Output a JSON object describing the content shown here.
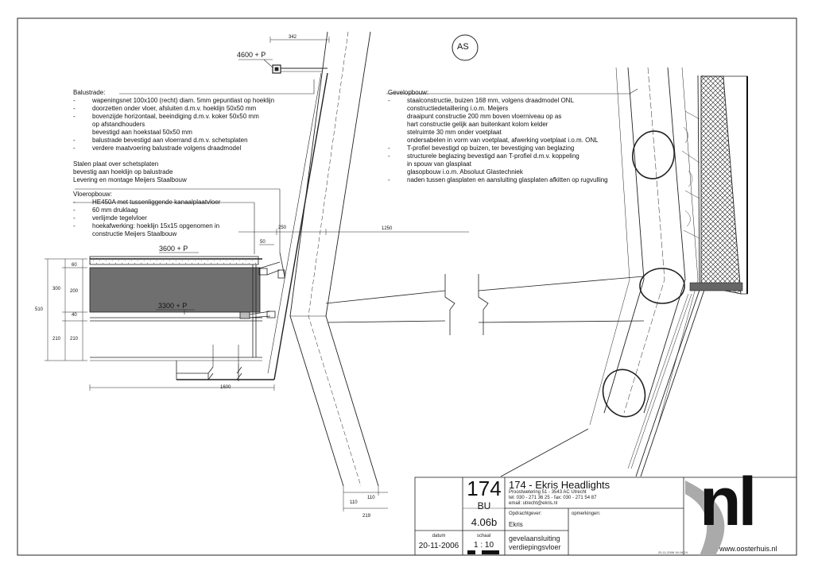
{
  "section_marker": "AS",
  "levels": {
    "top": "4600 + P",
    "floor": "3600 + P",
    "lower": "3300 + P"
  },
  "dimensions": {
    "top_width": "342",
    "d250": "250",
    "d50": "50",
    "d1250": "1250",
    "d1600": "1600",
    "d60": "60",
    "d300": "300",
    "d200": "200",
    "d40": "40",
    "d510": "510",
    "d210a": "210",
    "d210b": "210",
    "d110a": "110",
    "d110b": "110",
    "d219": "219"
  },
  "notes": {
    "balustrade": {
      "title": "Balustrade:",
      "items": [
        {
          "dash": "-",
          "lines": [
            "wapeningsnet 100x100 (recht) diam. 5mm gepuntlast op hoeklijn"
          ]
        },
        {
          "dash": "-",
          "lines": [
            "doorzetten onder vloer, afsluiten d.m.v. hoeklijn 50x50 mm"
          ]
        },
        {
          "dash": "-",
          "lines": [
            "bovenzijde horizontaal, beeindiging d.m.v. koker 50x50 mm",
            "op afstandhouders",
            "bevestigd aan hoekstaal 50x50 mm"
          ]
        },
        {
          "dash": "-",
          "lines": [
            "balustrade bevestigd aan vloerrand d.m.v. schetsplaten"
          ]
        },
        {
          "dash": "-",
          "lines": [
            "verdere maatvoering balustrade volgens draadmodel"
          ]
        }
      ]
    },
    "steel_plate": {
      "lines": [
        "Stalen plaat over schetsplaten",
        "bevestig aan hoeklijn op balustrade",
        "Levering en montage Meijers Staalbouw"
      ]
    },
    "floor": {
      "title": "Vloeropbouw:",
      "items": [
        {
          "dash": "-",
          "lines": [
            "HE450A met tussenliggende kanaalplaatvloer"
          ]
        },
        {
          "dash": "-",
          "lines": [
            "60 mm druklaag"
          ]
        },
        {
          "dash": "-",
          "lines": [
            "verlijmde tegelvloer"
          ]
        },
        {
          "dash": "-",
          "lines": [
            "hoekafwerking: hoeklijn 15x15 opgenomen in",
            "constructie Meijers Staalbouw"
          ]
        }
      ]
    },
    "facade": {
      "title": "Gevelopbouw:",
      "items": [
        {
          "dash": "-",
          "lines": [
            "staalconstructie, buizen 168 mm, volgens draadmodel ONL",
            "constructiedetaillering i.o.m. Meijers",
            "draaipunt constructie 200 mm boven vloerniveau op as",
            "hart constructie gelijk aan buitenkant kolom kelder",
            "stelruimte 30 mm onder voetplaat",
            "ondersabelen in vorm van voetplaat, afwerking voetplaat i.o.m. ONL"
          ]
        },
        {
          "dash": "-",
          "lines": [
            "T-profiel bevestigd op buizen, ter bevestiging van beglazing"
          ]
        },
        {
          "dash": "-",
          "lines": [
            "structurele beglazing bevestigd aan T-profiel d.m.v. koppeling",
            "in spouw van glasplaat",
            "glasopbouw i.o.m. Absoluut Glastechniek"
          ]
        },
        {
          "dash": "-",
          "lines": [
            "naden tussen glasplaten en aansluiting glasplaten afkitten op rugvulling"
          ]
        }
      ]
    }
  },
  "title_block": {
    "project_no": "174",
    "discipline": "BU",
    "drawing_no": "4.06b",
    "project_title": "174 - Ekris Headlights",
    "address": "Proostwetering 51 - 3543 AC Utrecht",
    "contact": "tel: 030 - 271 36 25 - fax: 030 - 271 54 87",
    "email": "email: utrecht@ekris.nl",
    "client_label": "Opdrachtgever:",
    "client": "Ekris",
    "remarks_label": "opmerkingen:",
    "date_label": "datum",
    "date": "20-11-2006",
    "scale_label": "schaal",
    "scale": "1 : 10",
    "drawing_title_1": "gevelaansluiting",
    "drawing_title_2": "verdiepingsvloer",
    "stamp": "20-11-2006 16:19:24",
    "logo_text": "nl",
    "website": "www.oosterhuis.nl"
  }
}
